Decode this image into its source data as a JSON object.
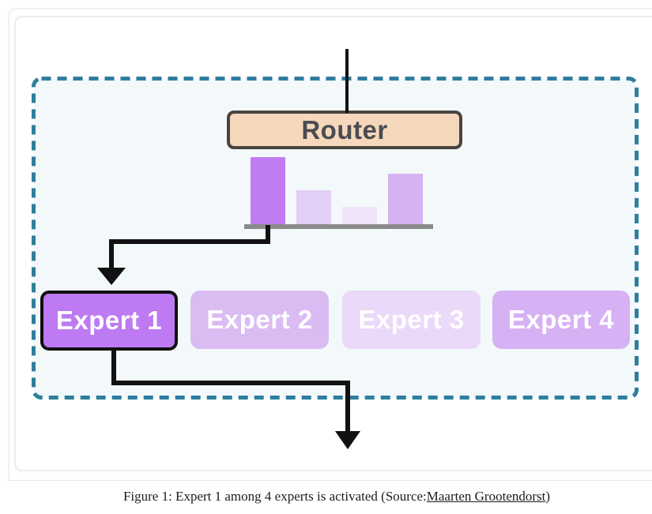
{
  "colors": {
    "dashed_border": "#2e7e9d",
    "diagram_background": "#f3f8fb",
    "router_fill": "#f5d7bb",
    "router_border": "#4a443f",
    "router_text": "#4b4b52",
    "arrow_black": "#111111",
    "baseline_gray": "#8a8a8a",
    "expert_active_border": "#0f0f0f",
    "expert_fills": [
      "#bd7af2",
      "#dabcf3",
      "#ead9f8",
      "#d6b1f3"
    ],
    "bar_fills": [
      "#c07df2",
      "#e3cef5",
      "#efe3f9",
      "#d5b3f2"
    ]
  },
  "diagram": {
    "router": {
      "label": "Router"
    },
    "router_bars": {
      "relative_heights": [
        1.0,
        0.53,
        0.29,
        0.76
      ]
    },
    "experts": [
      {
        "label": "Expert 1",
        "state": "active"
      },
      {
        "label": "Expert 2",
        "state": "inactive"
      },
      {
        "label": "Expert 3",
        "state": "inactive"
      },
      {
        "label": "Expert 4",
        "state": "inactive"
      }
    ]
  },
  "caption": {
    "text_before_link": "Figure 1: Expert 1 among 4 experts is activated (Source: ",
    "link_text": "Maarten Grootendorst",
    "text_after_link": ")"
  }
}
